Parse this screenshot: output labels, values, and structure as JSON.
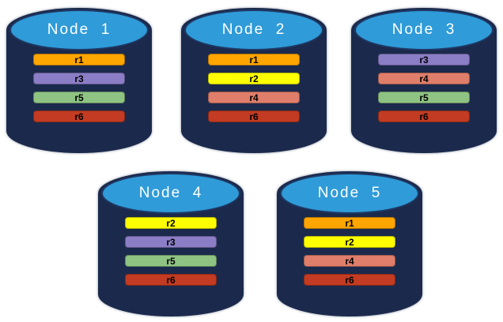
{
  "diagram": {
    "background_color": "#FFFFFF",
    "cylinder": {
      "body_color": "#1B2A4C",
      "top_color": "#2F9BD8",
      "top_outline_color": "#1F3864"
    },
    "replica_colors": {
      "r1": "#FFA500",
      "r2": "#FFFF00",
      "r3": "#8B7EC6",
      "r4": "#DF7E6B",
      "r5": "#8FC383",
      "r6": "#C23B22"
    },
    "nodes": [
      {
        "title": "Node  1",
        "replicas": [
          {
            "label": "r1",
            "color": "#FFA500"
          },
          {
            "label": "r3",
            "color": "#8B7EC6"
          },
          {
            "label": "r5",
            "color": "#8FC383"
          },
          {
            "label": "r6",
            "color": "#C23B22"
          }
        ]
      },
      {
        "title": "Node  2",
        "replicas": [
          {
            "label": "r1",
            "color": "#FFA500"
          },
          {
            "label": "r2",
            "color": "#FFFF00"
          },
          {
            "label": "r4",
            "color": "#DF7E6B"
          },
          {
            "label": "r6",
            "color": "#C23B22"
          }
        ]
      },
      {
        "title": "Node  3",
        "replicas": [
          {
            "label": "r3",
            "color": "#8B7EC6"
          },
          {
            "label": "r4",
            "color": "#DF7E6B"
          },
          {
            "label": "r5",
            "color": "#8FC383"
          },
          {
            "label": "r6",
            "color": "#C23B22"
          }
        ]
      },
      {
        "title": "Node  4",
        "replicas": [
          {
            "label": "r2",
            "color": "#FFFF00"
          },
          {
            "label": "r3",
            "color": "#8B7EC6"
          },
          {
            "label": "r5",
            "color": "#8FC383"
          },
          {
            "label": "r6",
            "color": "#C23B22"
          }
        ]
      },
      {
        "title": "Node  5",
        "replicas": [
          {
            "label": "r1",
            "color": "#FFA500"
          },
          {
            "label": "r2",
            "color": "#FFFF00"
          },
          {
            "label": "r4",
            "color": "#DF7E6B"
          },
          {
            "label": "r6",
            "color": "#C23B22"
          }
        ]
      }
    ]
  }
}
